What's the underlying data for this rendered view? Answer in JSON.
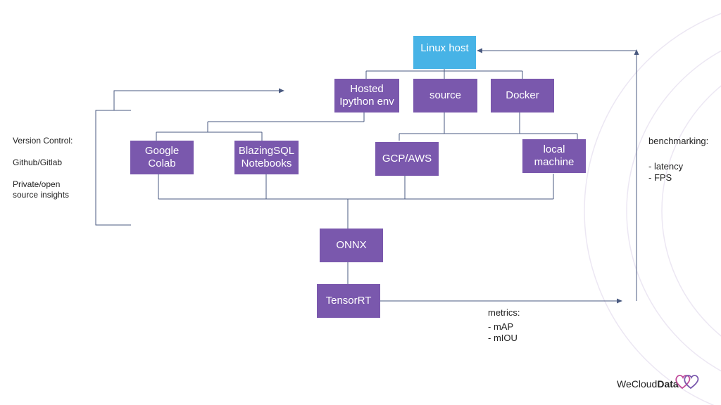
{
  "nodes": {
    "linux_host": "Linux host",
    "hosted_ipython": "Hosted\nIpython env",
    "source": "source",
    "docker": "Docker",
    "google_colab": "Google\nColab",
    "blazingsql": "BlazingSQL\nNotebooks",
    "gcp_aws": "GCP/AWS",
    "local_machine": "local\nmachine",
    "onnx": "ONNX",
    "tensorrt": "TensorRT"
  },
  "side_notes": {
    "version_control": "Version Control:",
    "github_gitlab": "Github/Gitlab",
    "private_open": "Private/open\nsource insights"
  },
  "benchmarking": {
    "title": "benchmarking:",
    "items": "- latency\n- FPS"
  },
  "metrics": {
    "title": "metrics:",
    "items": "- mAP\n- mIOU"
  },
  "brand": {
    "name_light": "WeCloud",
    "name_bold": "Data"
  },
  "colors": {
    "node": "#7a58ad",
    "host": "#47b3e6",
    "line": "#4a5a80",
    "arc": "#ece7f3"
  }
}
